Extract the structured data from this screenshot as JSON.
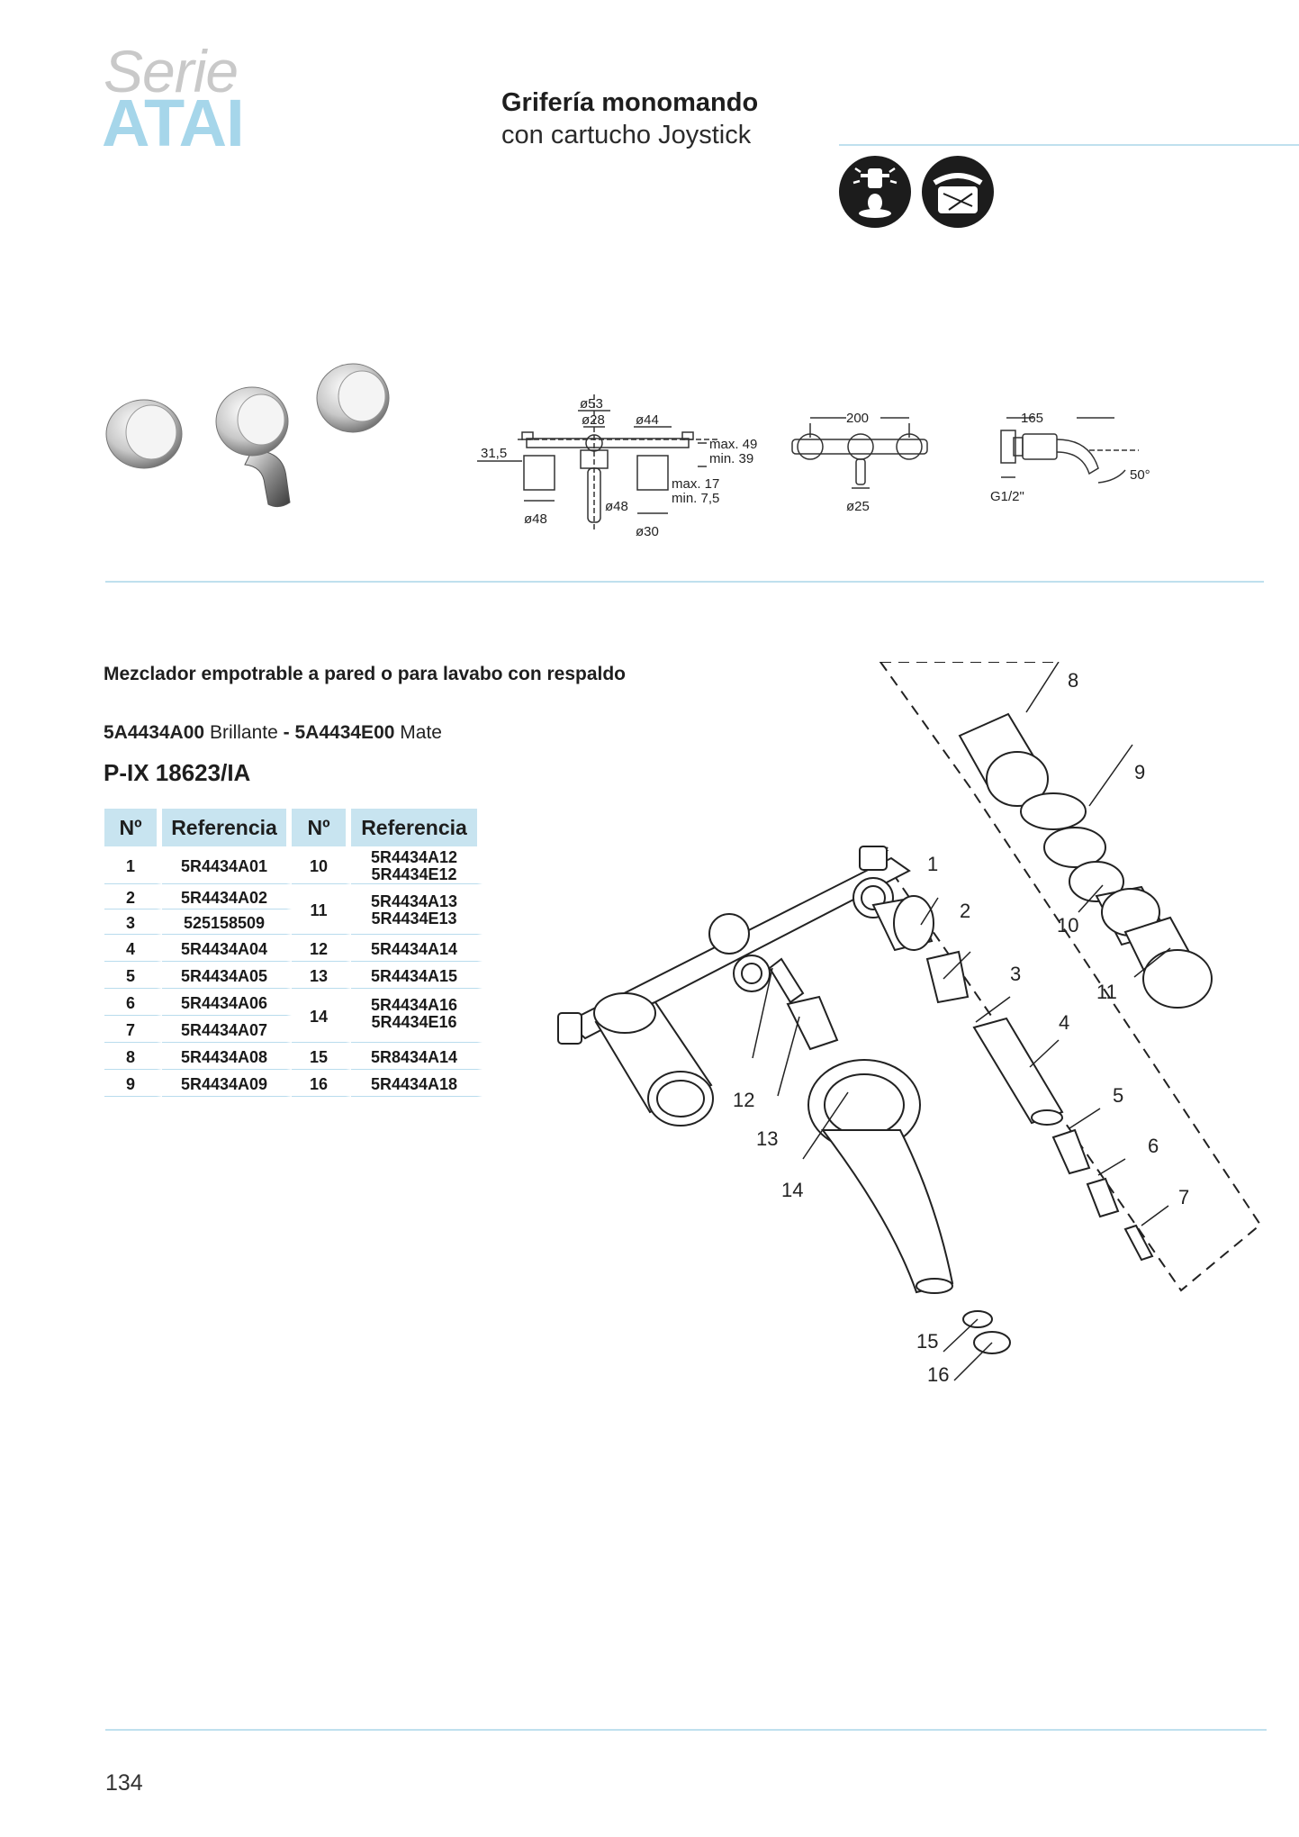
{
  "header": {
    "serie_word": "Serie",
    "serie_name": "ATAI",
    "title": "Grifería monomando",
    "subtitle": "con cartucho Joystick"
  },
  "icons": [
    "eco-flow-icon",
    "cold-start-icon"
  ],
  "dimensions": {
    "front": [
      "ø53",
      "ø28",
      "ø44",
      "31,5",
      "max. 49",
      "min. 39",
      "max. 17",
      "min. 7,5",
      "ø48",
      "ø48",
      "ø30"
    ],
    "top": [
      "200",
      "ø25"
    ],
    "side": [
      "165",
      "G1/2\"",
      "50°"
    ]
  },
  "product": {
    "name": "Mezclador empotrable a pared o para lavabo con respaldo",
    "code1": "5A4434A00",
    "finish1": "Brillante",
    "separator": "-",
    "code2": "5A4434E00",
    "finish2": "Mate",
    "certification": "P-IX 18623/IA"
  },
  "table": {
    "headers": [
      "Nº",
      "Referencia",
      "Nº",
      "Referencia"
    ],
    "rows": [
      {
        "n1": "1",
        "r1": "5R4434A01",
        "n2": "10",
        "r2a": "5R4434A12",
        "r2b": "5R4434E12"
      },
      {
        "n1": "2",
        "r1": "5R4434A02",
        "n2": "11",
        "r2a": "5R4434A13",
        "r2b": "5R4434E13"
      },
      {
        "n1": "3",
        "r1": "525158509"
      },
      {
        "n1": "4",
        "r1": "5R4434A04",
        "n2": "12",
        "r2a": "5R4434A14"
      },
      {
        "n1": "5",
        "r1": "5R4434A05",
        "n2": "13",
        "r2a": "5R4434A15"
      },
      {
        "n1": "6",
        "r1": "5R4434A06",
        "n2": "14",
        "r2a": "5R4434A16",
        "r2b": "5R4434E16"
      },
      {
        "n1": "7",
        "r1": "5R4434A07"
      },
      {
        "n1": "8",
        "r1": "5R4434A08",
        "n2": "15",
        "r2a": "5R8434A14"
      },
      {
        "n1": "9",
        "r1": "5R4434A09",
        "n2": "16",
        "r2a": "5R4434A18"
      }
    ]
  },
  "exploded_labels": [
    "1",
    "2",
    "3",
    "4",
    "5",
    "6",
    "7",
    "8",
    "9",
    "10",
    "11",
    "12",
    "13",
    "14",
    "15",
    "16"
  ],
  "page_number": "134",
  "colors": {
    "accent": "#a6d6ea",
    "rule": "#bfe0ee",
    "table_header": "#c8e4f0"
  }
}
